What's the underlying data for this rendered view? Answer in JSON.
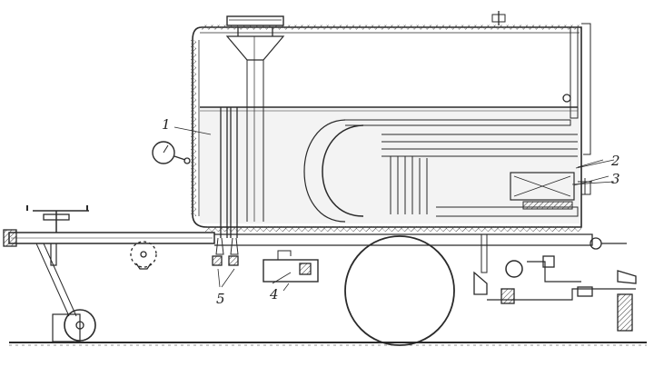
{
  "diagram": {
    "callouts": [
      {
        "id": "1",
        "text": "1"
      },
      {
        "id": "2",
        "text": "2"
      },
      {
        "id": "3",
        "text": "3"
      },
      {
        "id": "4",
        "text": "4"
      },
      {
        "id": "5",
        "text": "5"
      }
    ]
  },
  "colors": {
    "line": "#2a2a2a",
    "liquid_fill": "#f3f3f3",
    "background": "#ffffff"
  }
}
